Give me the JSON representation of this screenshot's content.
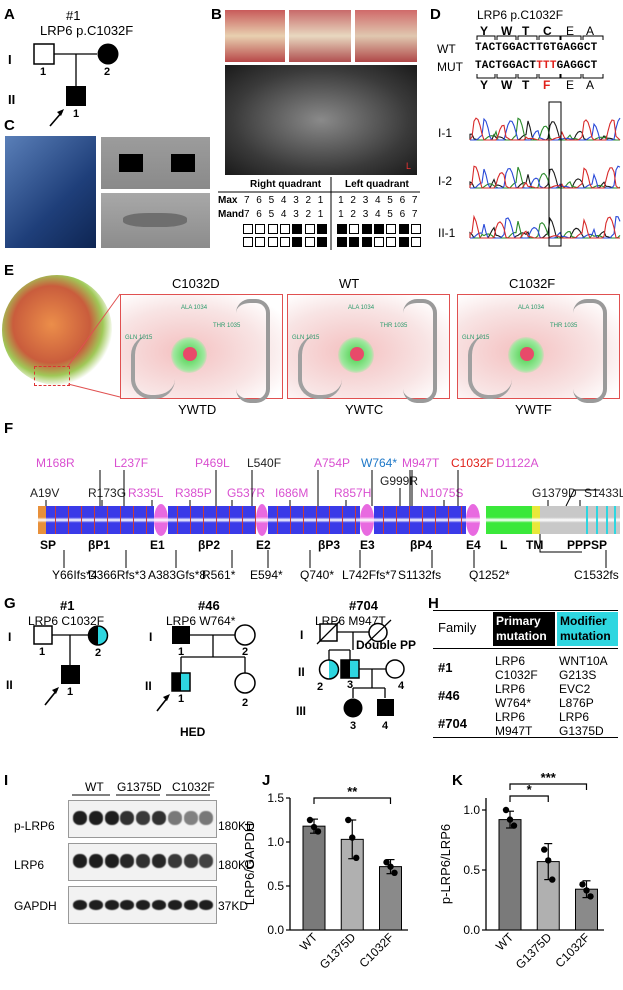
{
  "panels": {
    "A": {
      "letter": "A",
      "family": "#1",
      "mutation": "LRP6 p.C1032F",
      "gen1": "I",
      "gen2": "II",
      "n1": "1",
      "n2": "2",
      "n3": "1"
    },
    "B": {
      "letter": "B",
      "right_quadrant": "Right quadrant",
      "left_quadrant": "Left quadrant",
      "max": "Max",
      "mand": "Mand",
      "max_teeth": [
        "7",
        "6",
        "5",
        "4",
        "3",
        "2",
        "1",
        "1",
        "2",
        "3",
        "4",
        "5",
        "6",
        "7"
      ],
      "mand_teeth": [
        "7",
        "6",
        "5",
        "4",
        "3",
        "2",
        "1",
        "1",
        "2",
        "3",
        "4",
        "5",
        "6",
        "7"
      ],
      "xray_mark": "L"
    },
    "C": {
      "letter": "C"
    },
    "D": {
      "letter": "D",
      "title": "LRP6 p.C1032F",
      "wt_label": "WT",
      "mut_label": "MUT",
      "wt_aa": [
        "Y",
        "W",
        "T",
        "C",
        "E",
        "A"
      ],
      "mut_aa": [
        "Y",
        "W",
        "T",
        "F",
        "E",
        "A"
      ],
      "wt_seq": "TACTGGACTTGTGAGGCT",
      "mut_seq_a": "TACTGGACT",
      "mut_seq_b": "TTT",
      "mut_seq_c": "GAGGCT",
      "traces": [
        "I-1",
        "I-2",
        "II-1"
      ]
    },
    "E": {
      "letter": "E",
      "boxes": [
        {
          "title": "C1032D",
          "caption": "YWTD"
        },
        {
          "title": "WT",
          "caption": "YWTC"
        },
        {
          "title": "C1032F",
          "caption": "YWTF"
        }
      ],
      "residues": [
        "ALA 1034",
        "THR 1035",
        "GLN 1015"
      ]
    },
    "F": {
      "letter": "F",
      "top_labels": [
        {
          "t": "M168R",
          "c": "#d94fd0"
        },
        {
          "t": "L237F",
          "c": "#d94fd0"
        },
        {
          "t": "P469L",
          "c": "#d94fd0"
        },
        {
          "t": "L540F",
          "c": "#222"
        },
        {
          "t": "A754P",
          "c": "#d94fd0"
        },
        {
          "t": "W764*",
          "c": "#1e78c8"
        },
        {
          "t": "M947T",
          "c": "#d94fd0"
        },
        {
          "t": "C1032F",
          "c": "#e0201a"
        },
        {
          "t": "D1122A",
          "c": "#d94fd0"
        },
        {
          "t": "A19V",
          "c": "#222"
        },
        {
          "t": "R173G",
          "c": "#222"
        },
        {
          "t": "R335L",
          "c": "#d94fd0"
        },
        {
          "t": "R385P",
          "c": "#d94fd0"
        },
        {
          "t": "G537R",
          "c": "#d94fd0"
        },
        {
          "t": "I686M",
          "c": "#d94fd0"
        },
        {
          "t": "R857H",
          "c": "#d94fd0"
        },
        {
          "t": "G999R",
          "c": "#222"
        },
        {
          "t": "N1075S",
          "c": "#d94fd0"
        },
        {
          "t": "G1379D",
          "c": "#222"
        },
        {
          "t": "S1433L",
          "c": "#222"
        }
      ],
      "domains": [
        "SP",
        "βP1",
        "E1",
        "βP2",
        "E2",
        "βP3",
        "E3",
        "βP4",
        "E4",
        "L",
        "TM",
        "PPPSP"
      ],
      "bottom_labels": [
        "Y66Ifs*4",
        "D366Rfs*3",
        "A383Gfs*8",
        "R561*",
        "E594*",
        "Q740*",
        "L742Ffs*7",
        "S1132fs",
        "Q1252*",
        "C1532fs"
      ]
    },
    "G": {
      "letter": "G",
      "fams": [
        {
          "id": "#1",
          "mut": "LRP6 C1032F"
        },
        {
          "id": "#46",
          "mut": "LRP6 W764*"
        },
        {
          "id": "#704",
          "mut": "LRP6 M947T"
        }
      ],
      "labels": {
        "I": "I",
        "II": "II",
        "III": "III",
        "hed": "HED",
        "double_pp": "Double PP"
      },
      "nums": {
        "a1": "1",
        "a2": "2",
        "a3": "1",
        "b1": "1",
        "b2": "2",
        "b3": "1",
        "b4": "2",
        "c2": "2",
        "c3": "3",
        "c4": "4",
        "c5": "3",
        "c6": "4"
      }
    },
    "H": {
      "letter": "H",
      "headers": [
        "Family",
        "Primary mutation",
        "Modifier mutation"
      ],
      "rows": [
        {
          "family": "#1",
          "primary": "LRP6 C1032F",
          "modifier": "WNT10A G213S"
        },
        {
          "family": "#46",
          "primary": "LRP6 W764*",
          "modifier": "EVC2 L876P"
        },
        {
          "family": "#704",
          "primary": "LRP6 M947T",
          "modifier": "LRP6 G1375D"
        }
      ]
    },
    "I": {
      "letter": "I",
      "groups": [
        "WT",
        "G1375D",
        "C1032F"
      ],
      "rows": [
        {
          "label": "p-LRP6",
          "kd": "180KD"
        },
        {
          "label": "LRP6",
          "kd": "180KD"
        },
        {
          "label": "GAPDH",
          "kd": "37KD"
        }
      ],
      "p_lrp6_intensity": [
        1,
        1,
        1,
        0.9,
        0.85,
        0.9,
        0.5,
        0.45,
        0.5
      ],
      "lrp6_intensity": [
        1,
        1,
        1,
        0.95,
        0.9,
        0.95,
        0.85,
        0.85,
        0.8
      ],
      "gapdh_intensity": [
        1,
        1,
        1,
        1,
        1,
        1,
        1,
        1,
        1
      ]
    }
  },
  "chart_data": [
    {
      "type": "bar",
      "panel": "J",
      "ylabel": "LRP6/GAPDH",
      "categories": [
        "WT",
        "G1375D",
        "C1032F"
      ],
      "values": [
        1.18,
        1.03,
        0.72
      ],
      "errors": [
        0.08,
        0.22,
        0.08
      ],
      "points": [
        [
          1.25,
          1.17,
          1.12
        ],
        [
          1.25,
          1.05,
          0.82
        ],
        [
          0.77,
          0.72,
          0.65
        ]
      ],
      "ylim": [
        0,
        1.5
      ],
      "yticks": [
        "0.0",
        "0.5",
        "1.0",
        "1.5"
      ],
      "significance": "**"
    },
    {
      "type": "bar",
      "panel": "K",
      "ylabel": "p-LRP6/LRP6",
      "categories": [
        "WT",
        "G1375D",
        "C1032F"
      ],
      "values": [
        0.92,
        0.57,
        0.34
      ],
      "errors": [
        0.07,
        0.15,
        0.07
      ],
      "points": [
        [
          1.0,
          0.92,
          0.87
        ],
        [
          0.67,
          0.58,
          0.42
        ],
        [
          0.38,
          0.33,
          0.28
        ]
      ],
      "ylim": [
        0,
        1.1
      ],
      "yticks": [
        "0.0",
        "0.5",
        "1.0"
      ],
      "significance": [
        "*",
        "***"
      ]
    }
  ]
}
